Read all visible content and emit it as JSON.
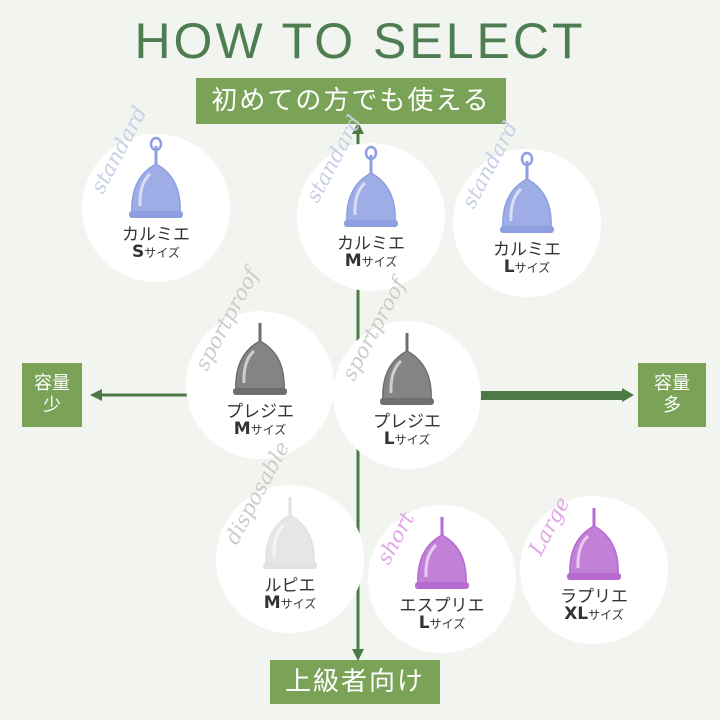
{
  "title": "HOW TO SELECT",
  "axis": {
    "top": "初めての方でも使える",
    "bottom": "上級者向け",
    "left": [
      "容量",
      "少"
    ],
    "right": [
      "容量",
      "多"
    ]
  },
  "colors": {
    "accent": "#7aa357",
    "title": "#4f7d52",
    "arrow": "#4b7a45"
  },
  "items": [
    {
      "id": "karumie-s",
      "tag": "standard",
      "name": "カルミエ",
      "size": "S",
      "unit": "サイズ",
      "color": "#8d9fe0",
      "tagColor": "#c9d0e6"
    },
    {
      "id": "karumie-m",
      "tag": "standard",
      "name": "カルミエ",
      "size": "M",
      "unit": "サイズ",
      "color": "#8d9fe0",
      "tagColor": "#c9d0e6"
    },
    {
      "id": "karumie-l",
      "tag": "standard",
      "name": "カルミエ",
      "size": "L",
      "unit": "サイズ",
      "color": "#8d9fe0",
      "tagColor": "#c9d0e6"
    },
    {
      "id": "purejie-m",
      "tag": "sportproof",
      "name": "プレジエ",
      "size": "M",
      "unit": "サイズ",
      "color": "#6e6e6e",
      "tagColor": "#cccccc"
    },
    {
      "id": "purejie-l",
      "tag": "sportproof",
      "name": "プレジエ",
      "size": "L",
      "unit": "サイズ",
      "color": "#6e6e6e",
      "tagColor": "#cccccc"
    },
    {
      "id": "rupie-m",
      "tag": "disposable",
      "name": "ルピエ",
      "size": "M",
      "unit": "サイズ",
      "color": "#e2e2e2",
      "tagColor": "#cccccc"
    },
    {
      "id": "esupurie-l",
      "tag": "short",
      "name": "エスプリエ",
      "size": "L",
      "unit": "サイズ",
      "color": "#b76ad0",
      "tagColor": "#e0a7e6"
    },
    {
      "id": "rapurie-xl",
      "tag": "Large",
      "name": "ラプリエ",
      "size": "XL",
      "unit": "サイズ",
      "color": "#b76ad0",
      "tagColor": "#e0a7e6"
    }
  ]
}
